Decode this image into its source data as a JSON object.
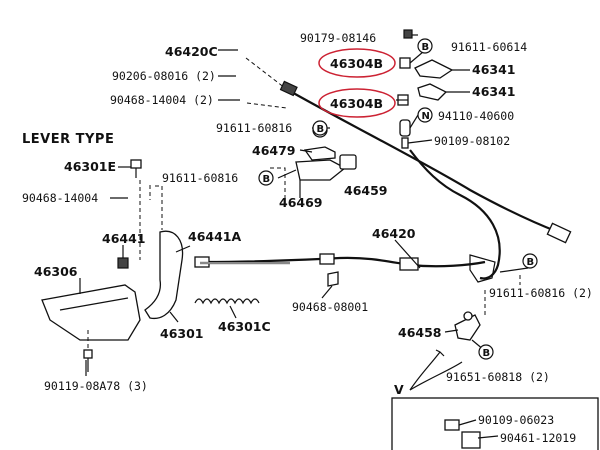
{
  "section_title": "LEVER TYPE",
  "detail_marker": "V",
  "legend_marks": {
    "B": "B",
    "N": "N"
  },
  "highlight_color": "#cc2233",
  "parts": {
    "p90179": "90179-08146",
    "p91611_60614": "91611-60614",
    "p46420C": "46420C",
    "p46304B_upper": "46304B",
    "p46304B_lower": "46304B",
    "p46341_upper": "46341",
    "p46341_lower": "46341",
    "p90206": "90206-08016 (2)",
    "p90468_top": "90468-14004 (2)",
    "p94110": "94110-40600",
    "p90109_08102": "90109-08102",
    "p91611_60816_a": "91611-60816",
    "p46479": "46479",
    "p46301E": "46301E",
    "p91611_60816_b": "91611-60816",
    "p46459": "46459",
    "p46469": "46469",
    "p90468_left": "90468-14004",
    "p46441": "46441",
    "p46441A": "46441A",
    "p46420": "46420",
    "p46306": "46306",
    "p90468_08001": "90468-08001",
    "p91611_60816_c": "91611-60816 (2)",
    "p46301": "46301",
    "p46301C": "46301C",
    "p46458": "46458",
    "p91651": "91651-60818 (2)",
    "p90119": "90119-08A78 (3)",
    "p90109_06023": "90109-06023",
    "p90461": "90461-12019"
  }
}
